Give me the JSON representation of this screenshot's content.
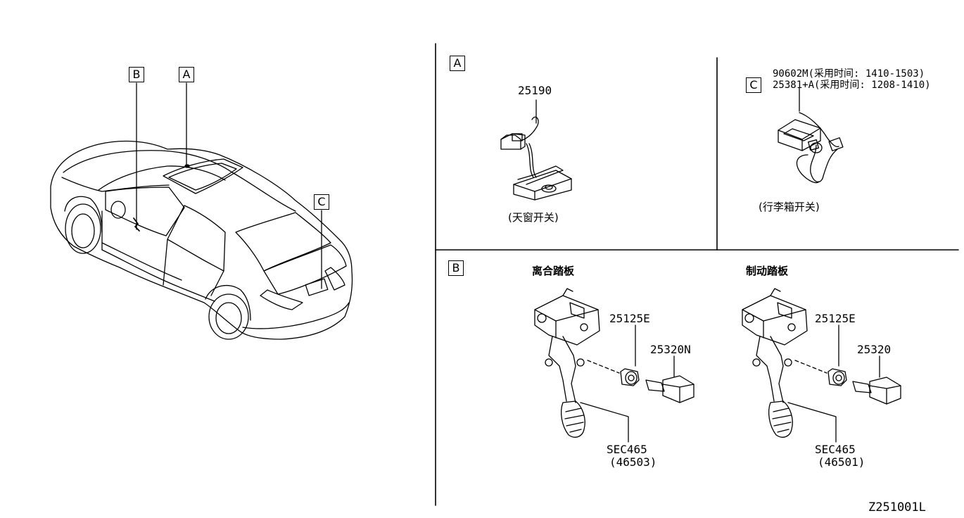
{
  "callouts": {
    "A": "A",
    "B": "B",
    "C": "C"
  },
  "panel_a": {
    "box": "A",
    "part": "25190",
    "caption": "(天窗开关)"
  },
  "panel_c": {
    "box": "C",
    "part_1": "90602M(采用时间: 1410-1503)",
    "part_2": "25381+A(采用时间: 1208-1410)",
    "caption": "(行李箱开关)"
  },
  "panel_b": {
    "box": "B",
    "clutch": {
      "title": "离合踏板",
      "part_clip": "25125E",
      "part_switch": "25320N",
      "sec": "SEC465",
      "sec_ref": "(46503)"
    },
    "brake": {
      "title": "制动踏板",
      "part_clip": "25125E",
      "part_switch": "25320",
      "sec": "SEC465",
      "sec_ref": "(46501)"
    }
  },
  "drawing_id": "Z251001L"
}
